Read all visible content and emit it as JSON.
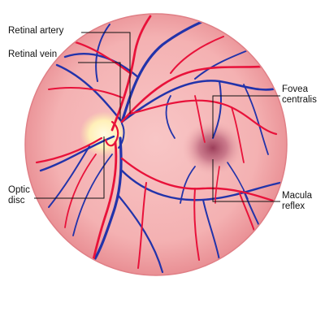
{
  "labels": {
    "retinal_artery": "Retinal artery",
    "retinal_vein": "Retinal vein",
    "optic_disc": "Optic\ndisc",
    "fovea_centralis": "Fovea\ncentralis",
    "macula_reflex": "Macula\nreflex"
  },
  "colors": {
    "retina": "#f4b3b3",
    "retina_edge": "#e58f92",
    "artery": "#e8123a",
    "vein": "#2233aa",
    "optic_disc": "#fff3c2",
    "macula": "#b4506c",
    "leader": "#111111"
  }
}
